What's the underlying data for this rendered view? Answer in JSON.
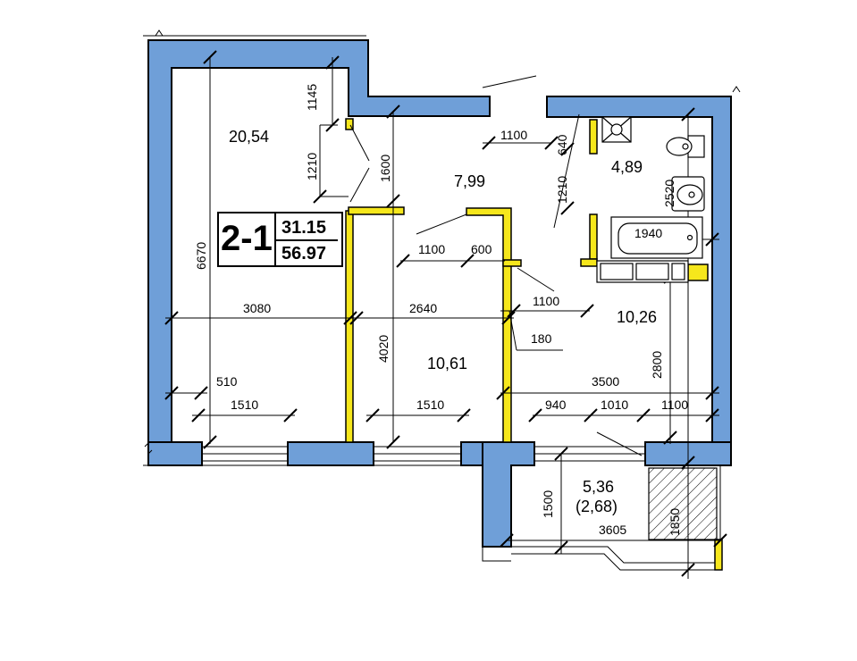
{
  "colors": {
    "wall": "#6f9fd8",
    "partition": "#f6e71c",
    "line": "#000000",
    "bg": "#ffffff"
  },
  "apartment": {
    "code": "2-1",
    "living_area": "31.15",
    "total_area": "56.97"
  },
  "rooms": {
    "room_big": "20,54",
    "hall": "7,99",
    "bathroom": "4,89",
    "room_small": "10,61",
    "kitchen": "10,26",
    "balcony": "5,36",
    "balcony_reduced": "(2,68)"
  },
  "dims": {
    "d1145": "1145",
    "d1210a": "1210",
    "d1600": "1600",
    "d6670": "6670",
    "d1100a": "1100",
    "d640": "640",
    "d1210b": "1210",
    "d2520": "2520",
    "d1940": "1940",
    "d1100b": "1100",
    "d600": "600",
    "d1100c": "1100",
    "d3080": "3080",
    "d2640": "2640",
    "d4020": "4020",
    "d180": "180",
    "d2800": "2800",
    "d510": "510",
    "d1510a": "1510",
    "d1510b": "1510",
    "d3500": "3500",
    "d940": "940",
    "d1010": "1010",
    "d1100d": "1100",
    "d1500": "1500",
    "d3605": "3605",
    "d1850": "1850"
  },
  "icons": [
    "sink-icon",
    "toilet-icon",
    "bathtub-icon",
    "ventilation-icon",
    "stove-icon",
    "door-arc-icon"
  ]
}
